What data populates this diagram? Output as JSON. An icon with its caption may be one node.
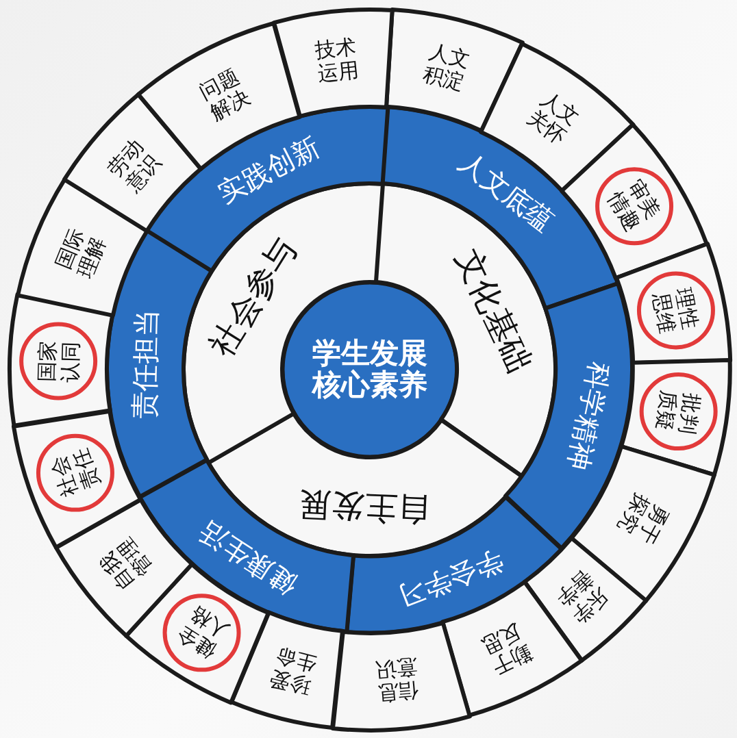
{
  "diagram": {
    "nodes": [
      {
        "text": [
          "学生发展核心素养"
        ]
      },
      {
        "text": [
          "文化基础"
        ]
      },
      {
        "text": [
          "自主发展"
        ]
      },
      {
        "text": [
          "社会参与"
        ]
      },
      {
        "text": [
          "人文底蕴"
        ]
      },
      {
        "text": [
          "科学精神"
        ]
      },
      {
        "text": [
          "学会学习"
        ]
      },
      {
        "text": [
          "健康生活"
        ]
      },
      {
        "text": [
          "责任担当"
        ]
      },
      {
        "text": [
          "实践创新"
        ]
      },
      {
        "text": [
          "人文积淀"
        ]
      },
      {
        "text": [
          "人文关怀"
        ]
      },
      {
        "text": [
          "审美情趣"
        ]
      },
      {
        "text": [
          "理性思维"
        ]
      },
      {
        "text": [
          "批判质疑"
        ]
      },
      {
        "text": [
          "勇于探究"
        ]
      },
      {
        "text": [
          "乐学善学"
        ]
      },
      {
        "text": [
          "勤于反思"
        ]
      },
      {
        "text": [
          "信息意识"
        ]
      },
      {
        "text": [
          "珍爱生命"
        ]
      },
      {
        "text": [
          "健全人格"
        ]
      },
      {
        "text": [
          "自我管理"
        ]
      },
      {
        "text": [
          "社会责任"
        ]
      },
      {
        "text": [
          "国家认同"
        ]
      },
      {
        "text": [
          "国际理解"
        ]
      },
      {
        "text": [
          "劳动意识"
        ]
      },
      {
        "text": [
          "问题解决"
        ]
      },
      {
        "text": [
          "技术运用"
        ]
      }
    ]
  }
}
